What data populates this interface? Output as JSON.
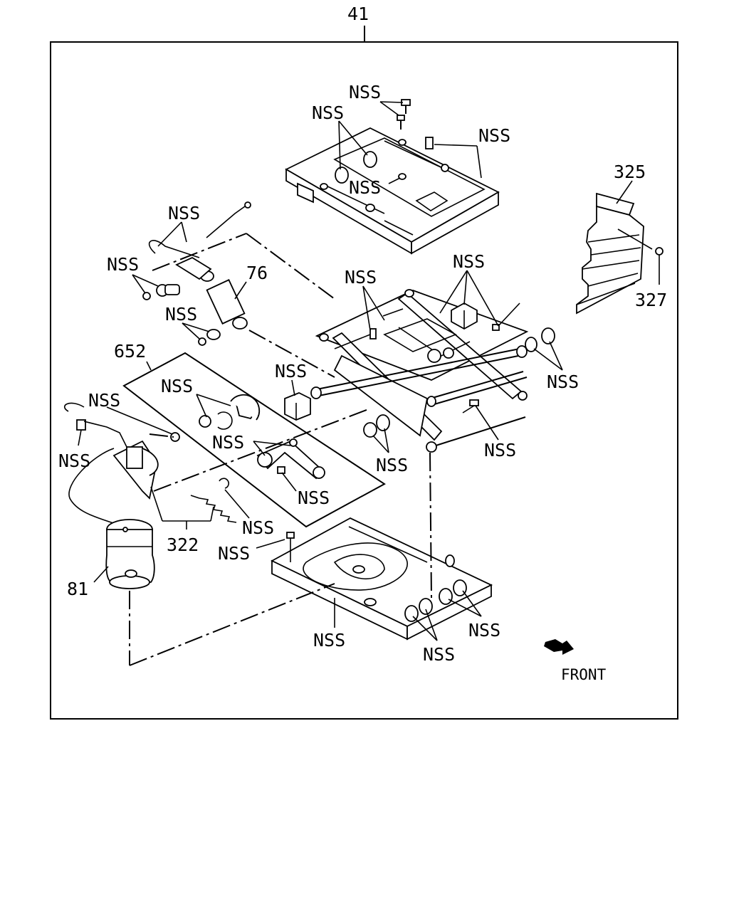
{
  "diagram": {
    "part_labels": {
      "assembly": "41",
      "p76": "76",
      "p652": "652",
      "p322": "322",
      "p81": "81",
      "p325": "325",
      "p327": "327",
      "nss": "NSS"
    },
    "direction_label": "FRONT"
  }
}
